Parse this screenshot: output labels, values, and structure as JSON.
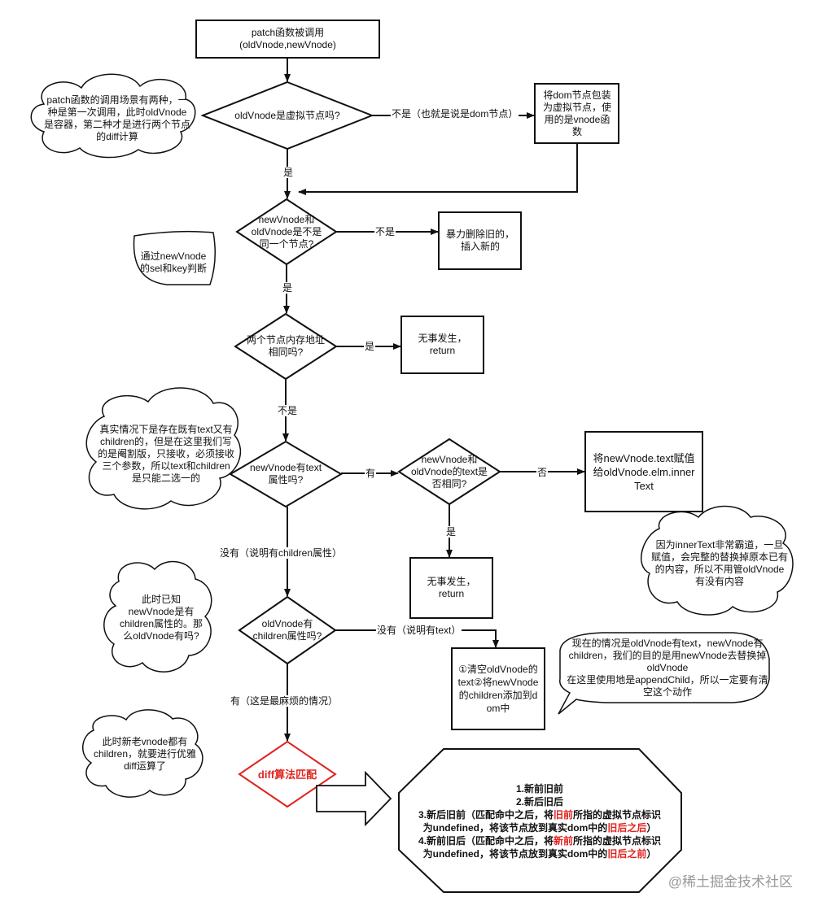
{
  "nodes": {
    "start": "patch函数被调用\n(oldVnode,newVnode)",
    "d_is_vnode": "oldVnode是虚拟节点吗?",
    "wrap_vnode": "将dom节点包装为虚拟节点，使用的是vnode函数",
    "d_same_node": "newVnode和oldVnode是不是同一个节点?",
    "force_replace": "暴力删除旧的，插入新的",
    "d_same_addr": "两个节点内存地址相同吗?",
    "nothing1": "无事发生，\nreturn",
    "d_has_text": "newVnode有text属性吗?",
    "d_text_same": "newVnode和oldVnode的text是否相同?",
    "set_text": "将newVnode.text赋值给oldVnode.elm.innerText",
    "nothing2": "无事发生，\nreturn",
    "d_old_children": "oldVnode有children属性吗?",
    "clear_add": "①清空oldVnode的text②将newVnode的children添加到dom中",
    "diff": "diff算法匹配"
  },
  "edges": {
    "no_dom": "不是（也就是说是dom节点）",
    "yes1": "是",
    "not1": "不是",
    "yes2": "是",
    "yes3": "是",
    "not3": "不是",
    "has": "有",
    "no_eq": "否",
    "yes4": "是",
    "no_text": "没有（说明有children属性）",
    "no_children": "没有（说明有text）",
    "has_children": "有（这是最麻烦的情况）"
  },
  "notes": {
    "c1": "patch函数的调用场景有两种，一种是第一次调用，此时oldVnode是容器，第二种才是进行两个节点的diff计算",
    "c2": "通过newVnode的sel和key判断",
    "c3": "真实情况下是存在既有text又有children的，但是在这里我们写的是阉割版，只接收，必须接收三个参数，所以text和children是只能二选一的",
    "c4": "因为innerText非常霸道，一旦赋值，会完整的替换掉原本已有的内容，所以不用管oldVnode有没有内容",
    "c5": "此时已知newVnode是有children属性的。那么oldVnode有吗?",
    "c6": "现在的情况是oldVnode有text，newVnode有children，我们的目的是用newVnode去替换掉oldVnode\n在这里使用地是appendChild，所以一定要有清空这个动作",
    "c7": "此时新老vnode都有children，就要进行优雅diff运算了"
  },
  "octagon": {
    "l1": "1.新前旧前",
    "l2": "2.新后旧后",
    "l3a": "3.新后旧前（匹配命中之后，将",
    "l3b": "旧前",
    "l3c": "所指的虚拟节点标识",
    "l3d": "为undefined，将该节点放到真实dom中的",
    "l3e": "旧后之后",
    "l3f": "）",
    "l4a": "4.新前旧后（匹配命中之后，将",
    "l4b": "新前",
    "l4c": "所指的虚拟节点标识",
    "l4d": "为undefined，将该节点放到真实dom中的",
    "l4e": "旧后之前",
    "l4f": "）"
  },
  "watermark": "@稀土掘金技术社区"
}
